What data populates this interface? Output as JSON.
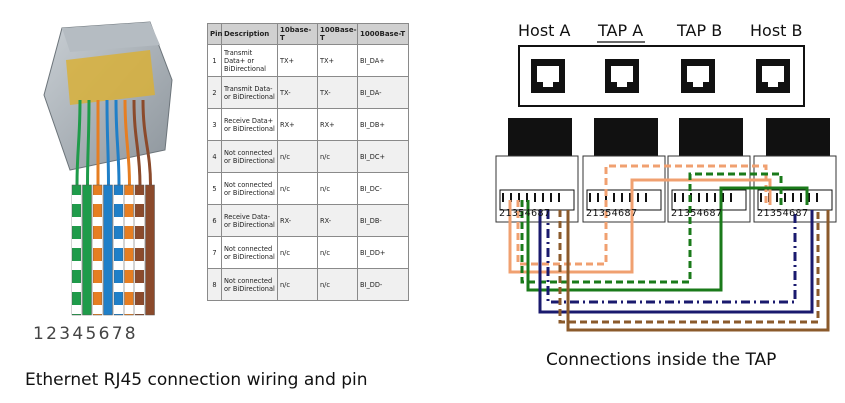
{
  "left_panel": {
    "pin_numbers": "12345678",
    "caption": "Ethernet RJ45 connection wiring and pin",
    "wire_colors": [
      "#1f9b4a",
      "#1f9b4a",
      "#e67e22",
      "#1f7fc8",
      "#1f7fc8",
      "#e67e22",
      "#8b4a2b",
      "#8b4a2b"
    ]
  },
  "table": {
    "headers": [
      "Pin",
      "Description",
      "10base-T",
      "100Base-T",
      "1000Base-T"
    ],
    "rows": [
      {
        "pin": "1",
        "desc": "Transmit Data+ or BiDirectional",
        "b10": "TX+",
        "b100": "TX+",
        "b1000": "BI_DA+"
      },
      {
        "pin": "2",
        "desc": "Transmit Data- or BiDirectional",
        "b10": "TX-",
        "b100": "TX-",
        "b1000": "BI_DA-"
      },
      {
        "pin": "3",
        "desc": "Receive Data+ or BiDirectional",
        "b10": "RX+",
        "b100": "RX+",
        "b1000": "BI_DB+"
      },
      {
        "pin": "4",
        "desc": "Not connected or BiDirectional",
        "b10": "n/c",
        "b100": "n/c",
        "b1000": "BI_DC+"
      },
      {
        "pin": "5",
        "desc": "Not connected or BiDirectional",
        "b10": "n/c",
        "b100": "n/c",
        "b1000": "BI_DC-"
      },
      {
        "pin": "6",
        "desc": "Receive Data- or BiDirectional",
        "b10": "RX-",
        "b100": "RX-",
        "b1000": "BI_DB-"
      },
      {
        "pin": "7",
        "desc": "Not connected or BiDirectional",
        "b10": "n/c",
        "b100": "n/c",
        "b1000": "BI_DD+"
      },
      {
        "pin": "8",
        "desc": "Not connected or BiDirectional",
        "b10": "n/c",
        "b100": "n/c",
        "b1000": "BI_DD-"
      }
    ]
  },
  "tap": {
    "ports": [
      "Host A",
      "TAP A",
      "TAP B",
      "Host B"
    ],
    "plug_pin_labels": [
      "21354687",
      "21354687",
      "21354687",
      "21354687"
    ],
    "caption": "Connections inside the TAP",
    "wire_colors": {
      "orange": "#f0a070",
      "green": "#1a7a1a",
      "navy": "#1a1a6e",
      "brown": "#8b5a2b"
    }
  }
}
